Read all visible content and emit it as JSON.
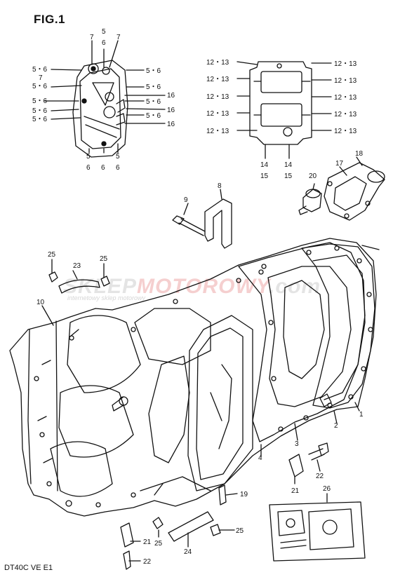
{
  "figure": {
    "title": "FIG.1",
    "model": "DT40C VE E1"
  },
  "watermark": {
    "brand_part1": "SKLEP",
    "brand_part2": "MOTOROWY",
    "domain": ".com",
    "subtitle": "internetowy sklep motorowy"
  },
  "left_cover_labels": [
    {
      "key": "l7a",
      "text": "7"
    },
    {
      "key": "l5top",
      "text": "5"
    },
    {
      "key": "l6top",
      "text": "6"
    },
    {
      "key": "l7b",
      "text": "7"
    },
    {
      "key": "l56a",
      "text": "5・6"
    },
    {
      "key": "l56b",
      "text": "5・6"
    },
    {
      "key": "l7c",
      "text": "7"
    },
    {
      "key": "l56c",
      "text": "5・6"
    },
    {
      "key": "l56d",
      "text": "5・6"
    },
    {
      "key": "l16a",
      "text": "16"
    },
    {
      "key": "l56e",
      "text": "5・6"
    },
    {
      "key": "l56f",
      "text": "5・6"
    },
    {
      "key": "l16b",
      "text": "16"
    },
    {
      "key": "l56g",
      "text": "5・6"
    },
    {
      "key": "l56h",
      "text": "5・6"
    },
    {
      "key": "l56i",
      "text": "5・6"
    },
    {
      "key": "l16c",
      "text": "16"
    },
    {
      "key": "lb5a",
      "text": "5"
    },
    {
      "key": "lb6a",
      "text": "6"
    },
    {
      "key": "lb6b",
      "text": "6"
    },
    {
      "key": "lb5b",
      "text": "5"
    },
    {
      "key": "lb6c",
      "text": "6"
    }
  ],
  "right_cover_labels": [
    {
      "key": "r1",
      "text": "12・13"
    },
    {
      "key": "r2",
      "text": "12・13"
    },
    {
      "key": "r3",
      "text": "12・13"
    },
    {
      "key": "r4",
      "text": "12・13"
    },
    {
      "key": "r5",
      "text": "12・13"
    },
    {
      "key": "r6",
      "text": "12・13"
    },
    {
      "key": "r7",
      "text": "12・13"
    },
    {
      "key": "r8",
      "text": "12・13"
    },
    {
      "key": "r9",
      "text": "12・13"
    },
    {
      "key": "r10",
      "text": "12・13"
    },
    {
      "key": "r14a",
      "text": "14"
    },
    {
      "key": "r15a",
      "text": "15"
    },
    {
      "key": "r14b",
      "text": "14"
    },
    {
      "key": "r15b",
      "text": "15"
    }
  ],
  "part_labels": [
    {
      "key": "p1",
      "text": "1"
    },
    {
      "key": "p2",
      "text": "2"
    },
    {
      "key": "p3",
      "text": "3"
    },
    {
      "key": "p4",
      "text": "4"
    },
    {
      "key": "p8",
      "text": "8"
    },
    {
      "key": "p9",
      "text": "9"
    },
    {
      "key": "p10",
      "text": "10"
    },
    {
      "key": "p17",
      "text": "17"
    },
    {
      "key": "p18",
      "text": "18"
    },
    {
      "key": "p19",
      "text": "19"
    },
    {
      "key": "p20",
      "text": "20"
    },
    {
      "key": "p21a",
      "text": "21"
    },
    {
      "key": "p21b",
      "text": "21"
    },
    {
      "key": "p22a",
      "text": "22"
    },
    {
      "key": "p22b",
      "text": "22"
    },
    {
      "key": "p23",
      "text": "23"
    },
    {
      "key": "p24",
      "text": "24"
    },
    {
      "key": "p25a",
      "text": "25"
    },
    {
      "key": "p25b",
      "text": "25"
    },
    {
      "key": "p25c",
      "text": "25"
    },
    {
      "key": "p25d",
      "text": "25"
    },
    {
      "key": "p26",
      "text": "26"
    }
  ]
}
